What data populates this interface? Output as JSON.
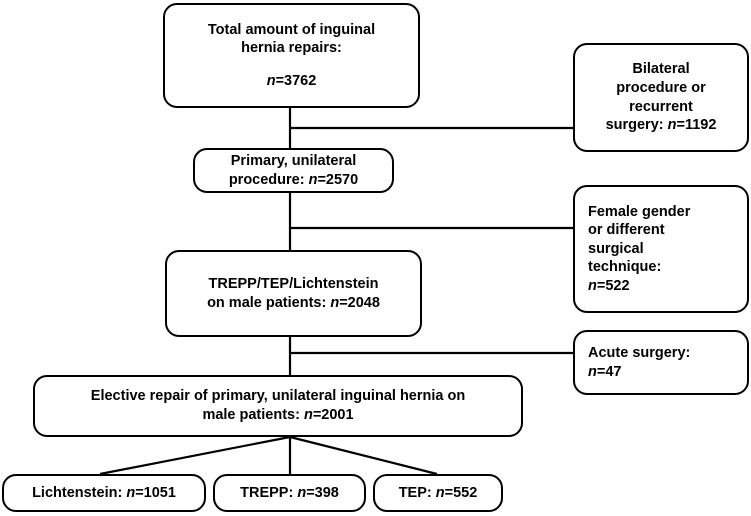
{
  "figure": {
    "type": "flowchart",
    "subject": "Inguinal hernia repair patient selection flow",
    "stroke_color": "#000000",
    "background_color": "#ffffff"
  },
  "main_nodes": [
    {
      "id": "total-repairs",
      "lines": [
        "Total amount of inguinal",
        "hernia repairs:"
      ],
      "value_line": "n=3762",
      "n_label": "n",
      "n_value": "=3762",
      "align": "center"
    },
    {
      "id": "primary-unilateral",
      "lines": [
        "Primary, unilateral"
      ],
      "value_line": "procedure: n=2570",
      "value_prefix": "procedure: ",
      "n_label": "n",
      "n_value": "=2570",
      "align": "center"
    },
    {
      "id": "technique-male",
      "lines": [
        "TREPP/TEP/Lichtenstein"
      ],
      "value_line": "on male patients: n=2048",
      "value_prefix": "on male patients: ",
      "n_label": "n",
      "n_value": "=2048",
      "align": "center"
    },
    {
      "id": "elective-repair",
      "lines": [
        "Elective repair of primary, unilateral inguinal hernia on"
      ],
      "value_line": "male patients: n=2001",
      "value_prefix": "male patients: ",
      "n_label": "n",
      "n_value": "=2001",
      "align": "center"
    }
  ],
  "exclusion_nodes": [
    {
      "id": "bilateral-recurrent",
      "lines": [
        "Bilateral",
        "procedure or",
        "recurrent"
      ],
      "value_prefix": "surgery: ",
      "n_label": "n",
      "n_value": "=1192",
      "align": "center"
    },
    {
      "id": "female-technique",
      "lines": [
        "Female gender",
        "or different",
        "surgical",
        "technique:"
      ],
      "value_prefix": "",
      "n_label": "n",
      "n_value": "=522",
      "align": "left"
    },
    {
      "id": "acute-surgery",
      "lines": [
        "Acute surgery:"
      ],
      "value_prefix": "",
      "n_label": "n",
      "n_value": "=47",
      "align": "left"
    }
  ],
  "outcome_nodes": [
    {
      "id": "lichtenstein",
      "prefix": "Lichtenstein: ",
      "n_label": "n",
      "n_value": "=1051"
    },
    {
      "id": "trepp",
      "prefix": "TREPP: ",
      "n_label": "n",
      "n_value": "=398"
    },
    {
      "id": "tep",
      "prefix": "TEP: ",
      "n_label": "n",
      "n_value": "=552"
    }
  ]
}
